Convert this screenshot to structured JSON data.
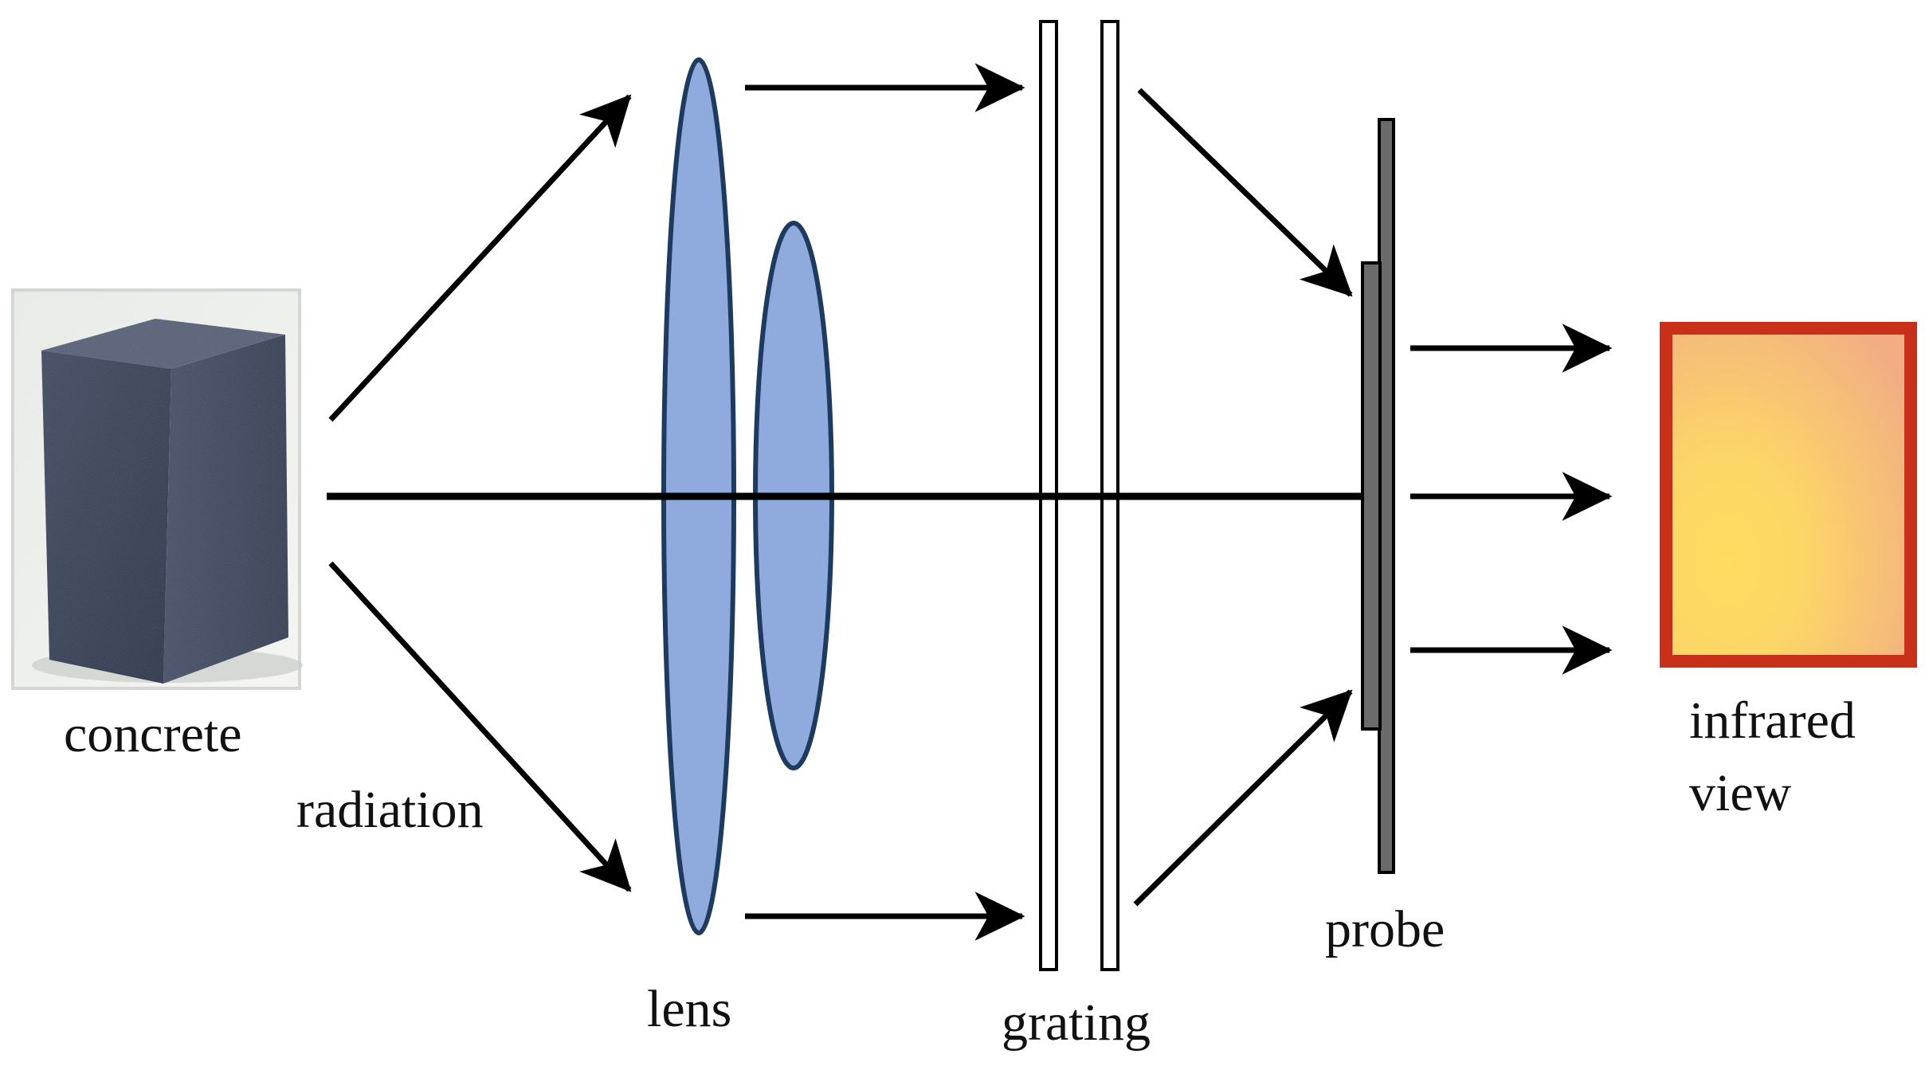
{
  "labels": {
    "concrete": "concrete",
    "radiation": "radiation",
    "lens": "lens",
    "grating": "grating",
    "probe": "probe",
    "infrared_line1": "infrared",
    "infrared_line2": "view"
  },
  "colors": {
    "lens_fill": "#8faadc",
    "lens_stroke": "#1f3a5f",
    "probe_fill": "#6b6b6b",
    "infrared_border": "#c9301a",
    "infrared_inner_hot": "#fddc60",
    "infrared_inner_warm": "#f2ad84",
    "concrete_block": "#3a4256",
    "arrow": "#000000"
  }
}
